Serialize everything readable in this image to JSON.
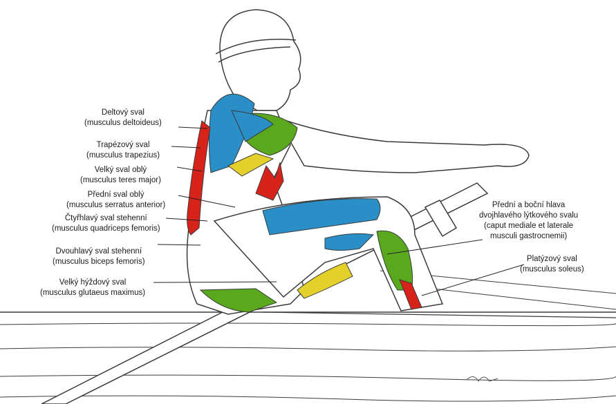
{
  "labels_left": [
    {
      "name": "Deltový sval",
      "latin": "(musculus deltoideus)"
    },
    {
      "name": "Trapézový sval",
      "latin": "(musculus trapezius)"
    },
    {
      "name": "Velký sval oblý",
      "latin": "(musculus teres major)"
    },
    {
      "name": "Přední sval oblý",
      "latin": "(musculus serratus anterior)"
    },
    {
      "name": "Čtyřhlavý sval stehenní",
      "latin": "(musculus quadriceps femoris)"
    },
    {
      "name": "Dvouhlavý sval stehenní",
      "latin": "(musculus biceps femoris)"
    },
    {
      "name": "Velký hýždový sval",
      "latin": "(musculus glutaeus maximus)"
    }
  ],
  "labels_right": [
    {
      "lines": [
        "Přední a boční hlava",
        "dvojhlavého lýtkového svalu",
        "(caput mediale et laterale",
        "musculi gastrocnemii)"
      ]
    },
    {
      "lines": [
        "Platýzový sval",
        "(musculus soleus)"
      ]
    }
  ],
  "colors": {
    "red": "#d8231b",
    "blue": "#2a8fc6",
    "green": "#5aa81e",
    "yellow": "#e3d02b",
    "outline": "#3a3a3a"
  }
}
